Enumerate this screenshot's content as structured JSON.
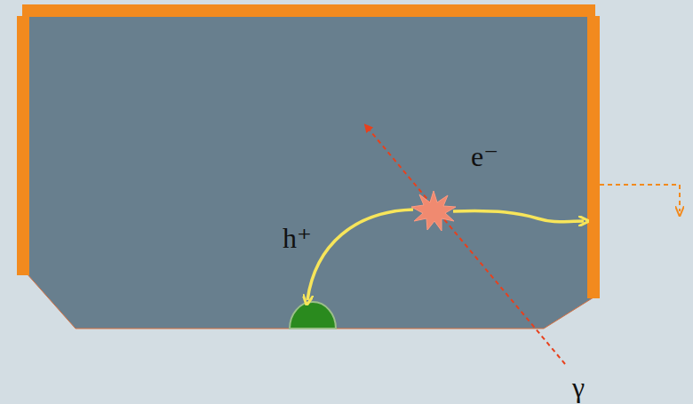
{
  "diagram": {
    "labels": [
      "e⁻",
      "h⁺",
      "γ"
    ]
  }
}
